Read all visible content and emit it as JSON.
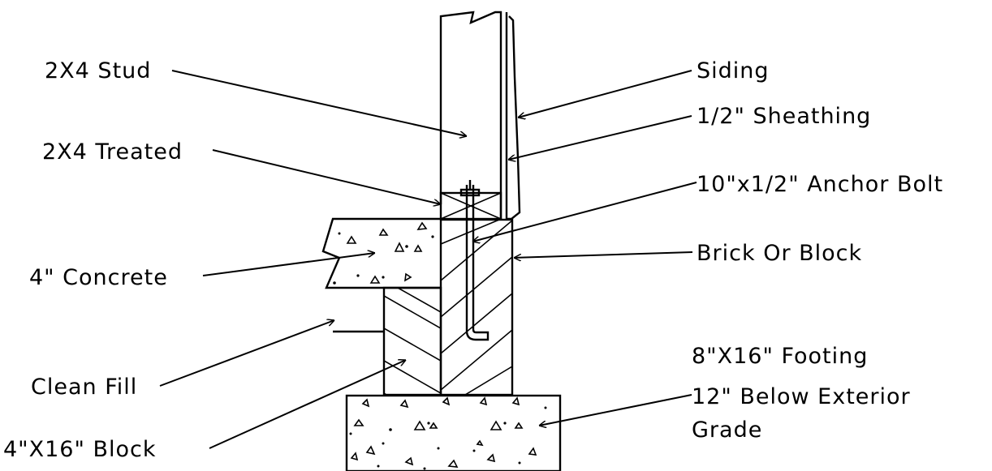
{
  "labels": {
    "stud": "2X4 Stud",
    "treated": "2X4 Treated",
    "concrete": "4\" Concrete",
    "clean_fill": "Clean Fill",
    "block": "4\"X16\" Block",
    "siding": "Siding",
    "sheathing": "1/2\" Sheathing",
    "anchor_bolt": "10\"x1/2\" Anchor Bolt",
    "brick": "Brick Or Block",
    "footing_line1": "8\"X16\" Footing",
    "footing_line2": "12\" Below Exterior",
    "footing_line3": "Grade"
  },
  "colors": {
    "line": "#000000",
    "background": "#ffffff"
  }
}
